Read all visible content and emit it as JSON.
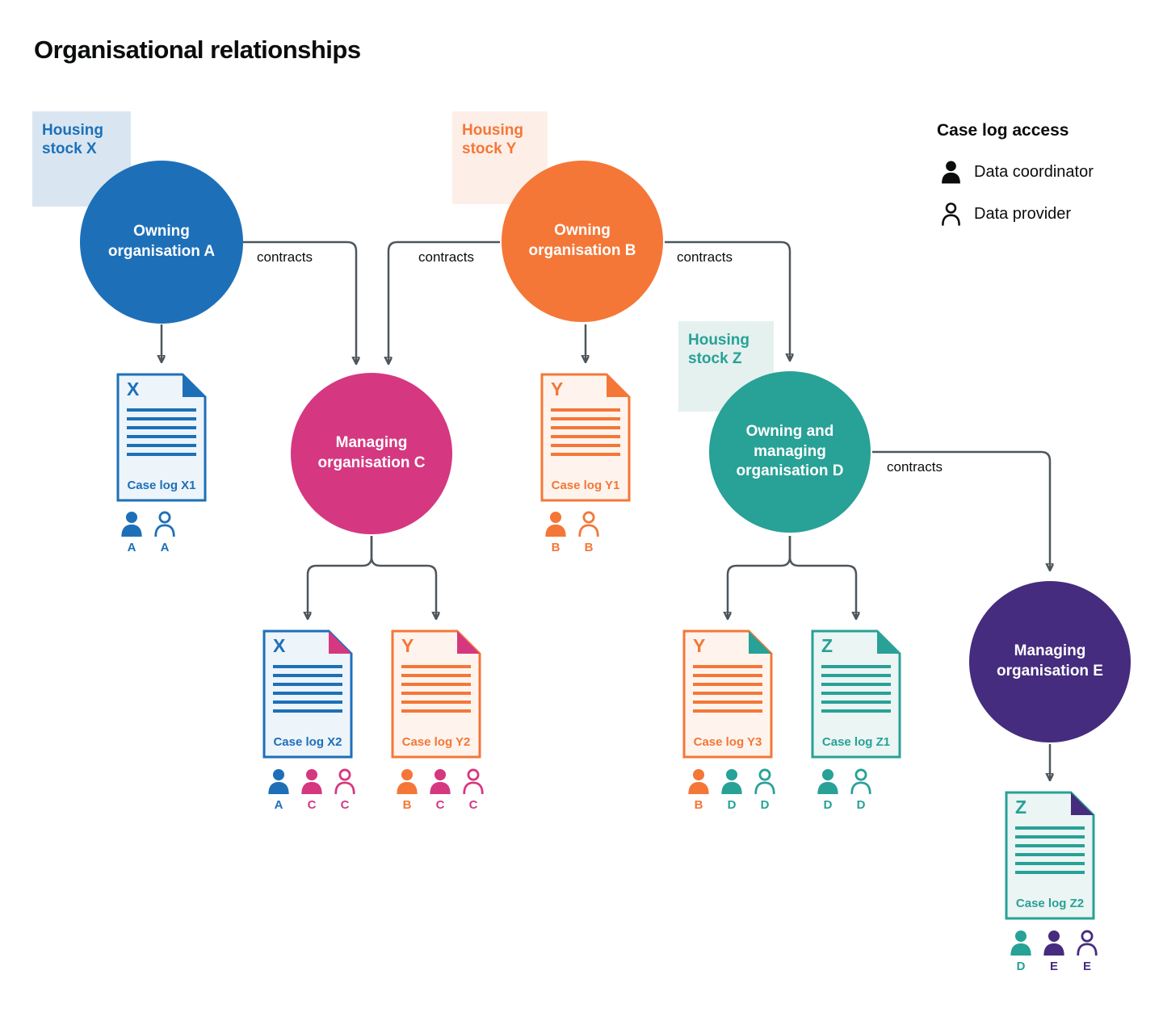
{
  "title": "Organisational relationships",
  "legend": {
    "heading": "Case log access",
    "items": [
      {
        "label": "Data coordinator",
        "icon": "person-filled-icon"
      },
      {
        "label": "Data provider",
        "icon": "person-outline-icon"
      }
    ]
  },
  "colors": {
    "blue": "#1d70b8",
    "orange": "#f47738",
    "pink": "#d53880",
    "teal": "#28a197",
    "purple": "#452c7e",
    "arrow_grey": "#4e565b",
    "stock_blue_bg": "#d9e6f2",
    "stock_orange_bg": "#fdefe7",
    "stock_teal_bg": "#e4f1ef"
  },
  "housing_stocks": [
    {
      "label": "Housing stock X",
      "color": "blue"
    },
    {
      "label": "Housing stock Y",
      "color": "orange"
    },
    {
      "label": "Housing stock Z",
      "color": "teal"
    }
  ],
  "organisations": [
    {
      "id": "A",
      "label": "Owning organisation A",
      "color": "blue"
    },
    {
      "id": "B",
      "label": "Owning organisation B",
      "color": "orange"
    },
    {
      "id": "C",
      "label": "Managing organisation C",
      "color": "pink"
    },
    {
      "id": "D",
      "label": "Owning and managing organisation D",
      "color": "teal"
    },
    {
      "id": "E",
      "label": "Managing organisation E",
      "color": "purple"
    }
  ],
  "contracts_label": "contracts",
  "case_logs": [
    {
      "letter": "X",
      "label": "Case log X1",
      "color": "blue",
      "corner_color": "blue",
      "access": [
        {
          "org": "A",
          "role": "Data coordinator",
          "color": "blue"
        },
        {
          "org": "A",
          "role": "Data provider",
          "color": "blue"
        }
      ]
    },
    {
      "letter": "Y",
      "label": "Case log Y1",
      "color": "orange",
      "corner_color": "orange",
      "access": [
        {
          "org": "B",
          "role": "Data coordinator",
          "color": "orange"
        },
        {
          "org": "B",
          "role": "Data provider",
          "color": "orange"
        }
      ]
    },
    {
      "letter": "X",
      "label": "Case log X2",
      "color": "blue",
      "corner_color": "pink",
      "access": [
        {
          "org": "A",
          "role": "Data coordinator",
          "color": "blue"
        },
        {
          "org": "C",
          "role": "Data coordinator",
          "color": "pink"
        },
        {
          "org": "C",
          "role": "Data provider",
          "color": "pink"
        }
      ]
    },
    {
      "letter": "Y",
      "label": "Case log Y2",
      "color": "orange",
      "corner_color": "pink",
      "access": [
        {
          "org": "B",
          "role": "Data coordinator",
          "color": "orange"
        },
        {
          "org": "C",
          "role": "Data coordinator",
          "color": "pink"
        },
        {
          "org": "C",
          "role": "Data provider",
          "color": "pink"
        }
      ]
    },
    {
      "letter": "Y",
      "label": "Case log Y3",
      "color": "orange",
      "corner_color": "teal",
      "access": [
        {
          "org": "B",
          "role": "Data coordinator",
          "color": "orange"
        },
        {
          "org": "D",
          "role": "Data coordinator",
          "color": "teal"
        },
        {
          "org": "D",
          "role": "Data provider",
          "color": "teal"
        }
      ]
    },
    {
      "letter": "Z",
      "label": "Case log Z1",
      "color": "teal",
      "corner_color": "teal",
      "access": [
        {
          "org": "D",
          "role": "Data coordinator",
          "color": "teal"
        },
        {
          "org": "D",
          "role": "Data provider",
          "color": "teal"
        }
      ]
    },
    {
      "letter": "Z",
      "label": "Case log Z2",
      "color": "teal",
      "corner_color": "purple",
      "access": [
        {
          "org": "D",
          "role": "Data coordinator",
          "color": "teal"
        },
        {
          "org": "E",
          "role": "Data coordinator",
          "color": "purple"
        },
        {
          "org": "E",
          "role": "Data provider",
          "color": "purple"
        }
      ]
    }
  ]
}
